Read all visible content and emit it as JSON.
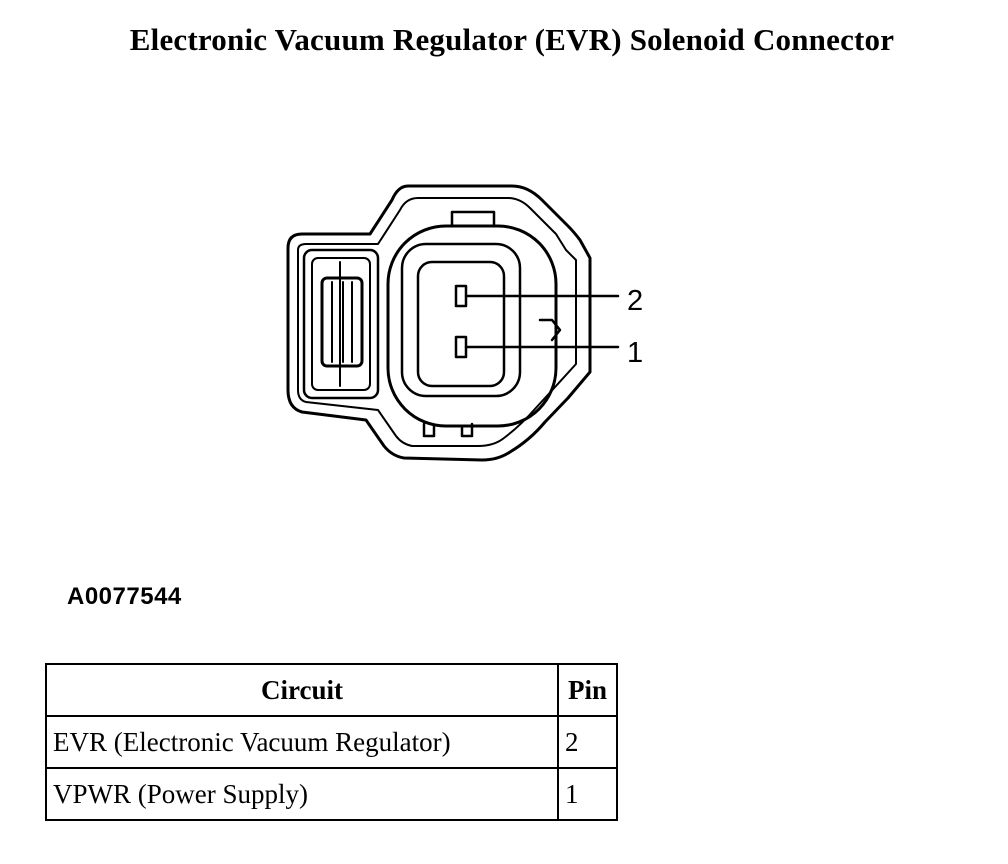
{
  "title": "Electronic Vacuum Regulator (EVR) Solenoid Connector",
  "diagram": {
    "pin_labels": [
      "2",
      "1"
    ],
    "figure_id": "A0077544"
  },
  "table": {
    "headers": [
      "Circuit",
      "Pin"
    ],
    "rows": [
      {
        "circuit": "EVR (Electronic Vacuum Regulator)",
        "pin": "2"
      },
      {
        "circuit": "VPWR (Power Supply)",
        "pin": "1"
      }
    ]
  }
}
